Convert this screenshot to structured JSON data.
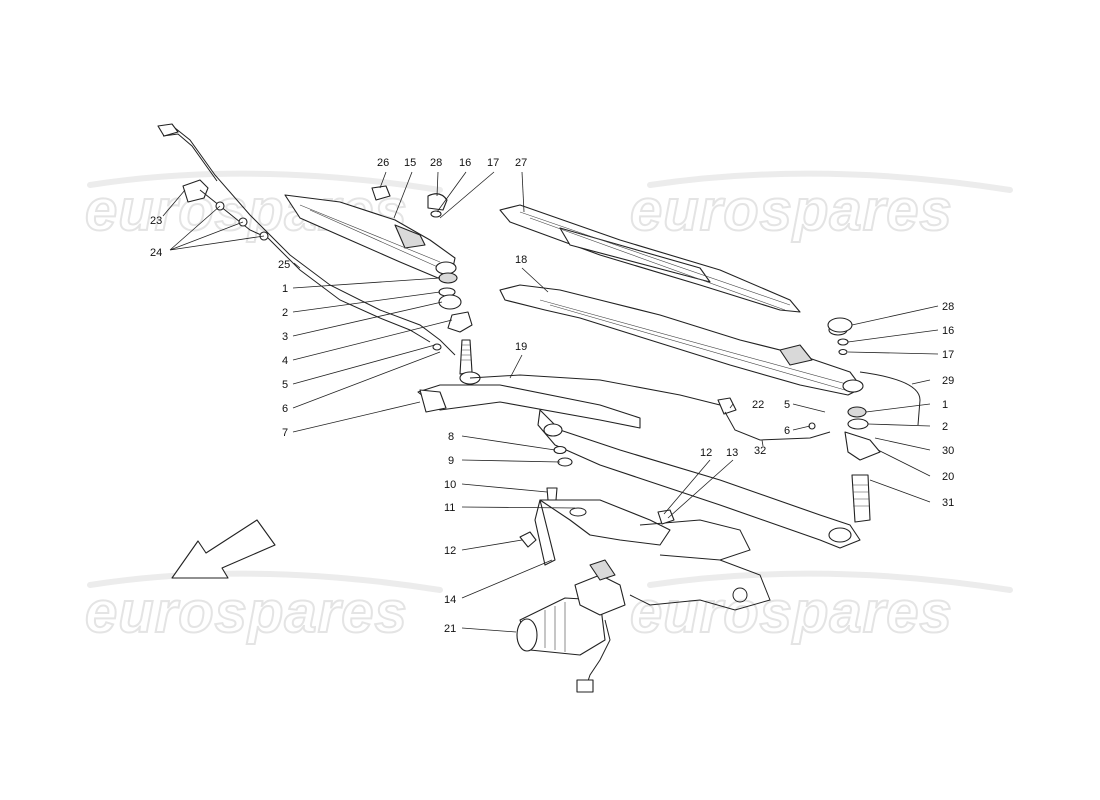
{
  "watermark": {
    "text": "eurospares"
  },
  "callouts": [
    {
      "id": "c1a",
      "text": "1"
    },
    {
      "id": "c2a",
      "text": "2"
    },
    {
      "id": "c3",
      "text": "3"
    },
    {
      "id": "c4",
      "text": "4"
    },
    {
      "id": "c5a",
      "text": "5"
    },
    {
      "id": "c6a",
      "text": "6"
    },
    {
      "id": "c7",
      "text": "7"
    },
    {
      "id": "c8",
      "text": "8"
    },
    {
      "id": "c9",
      "text": "9"
    },
    {
      "id": "c10",
      "text": "10"
    },
    {
      "id": "c11",
      "text": "11"
    },
    {
      "id": "c12a",
      "text": "12"
    },
    {
      "id": "c12b",
      "text": "12"
    },
    {
      "id": "c13",
      "text": "13"
    },
    {
      "id": "c14",
      "text": "14"
    },
    {
      "id": "c15",
      "text": "15"
    },
    {
      "id": "c16a",
      "text": "16"
    },
    {
      "id": "c17a",
      "text": "17"
    },
    {
      "id": "c18",
      "text": "18"
    },
    {
      "id": "c19",
      "text": "19"
    },
    {
      "id": "c20",
      "text": "20"
    },
    {
      "id": "c21",
      "text": "21"
    },
    {
      "id": "c22",
      "text": "22"
    },
    {
      "id": "c23",
      "text": "23"
    },
    {
      "id": "c24",
      "text": "24"
    },
    {
      "id": "c25",
      "text": "25"
    },
    {
      "id": "c26",
      "text": "26"
    },
    {
      "id": "c27",
      "text": "27"
    },
    {
      "id": "c28a",
      "text": "28"
    },
    {
      "id": "c28b",
      "text": "28"
    },
    {
      "id": "c16b",
      "text": "16"
    },
    {
      "id": "c17b",
      "text": "17"
    },
    {
      "id": "c29",
      "text": "29"
    },
    {
      "id": "c1b",
      "text": "1"
    },
    {
      "id": "c2b",
      "text": "2"
    },
    {
      "id": "c5b",
      "text": "5"
    },
    {
      "id": "c6b",
      "text": "6"
    },
    {
      "id": "c30",
      "text": "30"
    },
    {
      "id": "c31",
      "text": "31"
    },
    {
      "id": "c32",
      "text": "32"
    }
  ]
}
